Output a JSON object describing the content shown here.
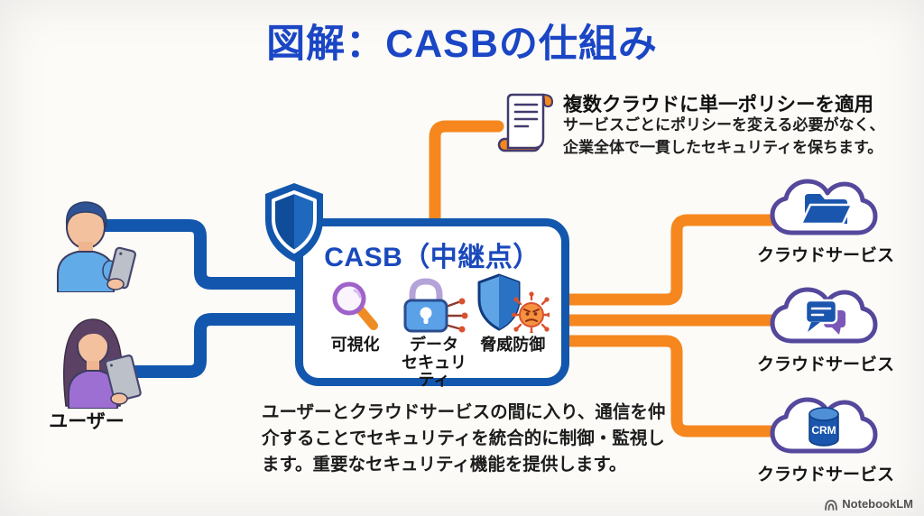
{
  "title": "図解：CASBの仕組み",
  "policy_note": {
    "heading": "複数クラウドに単一ポリシーを適用",
    "body_line1": "サービスごとにポリシーを変える必要がなく、",
    "body_line2": "企業全体で一貫したセキュリティを保ちます。",
    "icon": "policy-scroll-icon"
  },
  "users": {
    "label": "ユーザー",
    "icons": [
      "man-with-phone-illustration",
      "woman-with-tablet-illustration"
    ]
  },
  "casb": {
    "title": "CASB（中継点）",
    "corner_icon": "shield-icon",
    "features": [
      {
        "icon": "magnifier-icon",
        "label": "可視化"
      },
      {
        "icon": "lock-circuit-icon",
        "label": "データ\nセキュリティ"
      },
      {
        "icon": "threat-shield-virus-icon",
        "label": "脅威防御"
      }
    ]
  },
  "clouds": [
    {
      "icon": "folder-icon",
      "label": "クラウドサービス"
    },
    {
      "icon": "chat-bubbles-icon",
      "label": "クラウドサービス"
    },
    {
      "icon": "crm-database-icon",
      "label": "クラウドサービス",
      "badge": "CRM"
    }
  ],
  "description": {
    "line1": "ユーザーとクラウドサービスの間に入り、通信を仲",
    "line2": "介することでセキュリティを統合的に制御・監視し",
    "line3": "ます。重要なセキュリティ機能を提供します。"
  },
  "watermark": "NotebookLM",
  "colors": {
    "title_blue": "#1b46c6",
    "line_blue": "#1257ad",
    "accent_orange": "#f5871e",
    "cloud_outline_purple": "#54489c",
    "icon_blue": "#1a55ae",
    "text_black": "#1b1b1b"
  }
}
